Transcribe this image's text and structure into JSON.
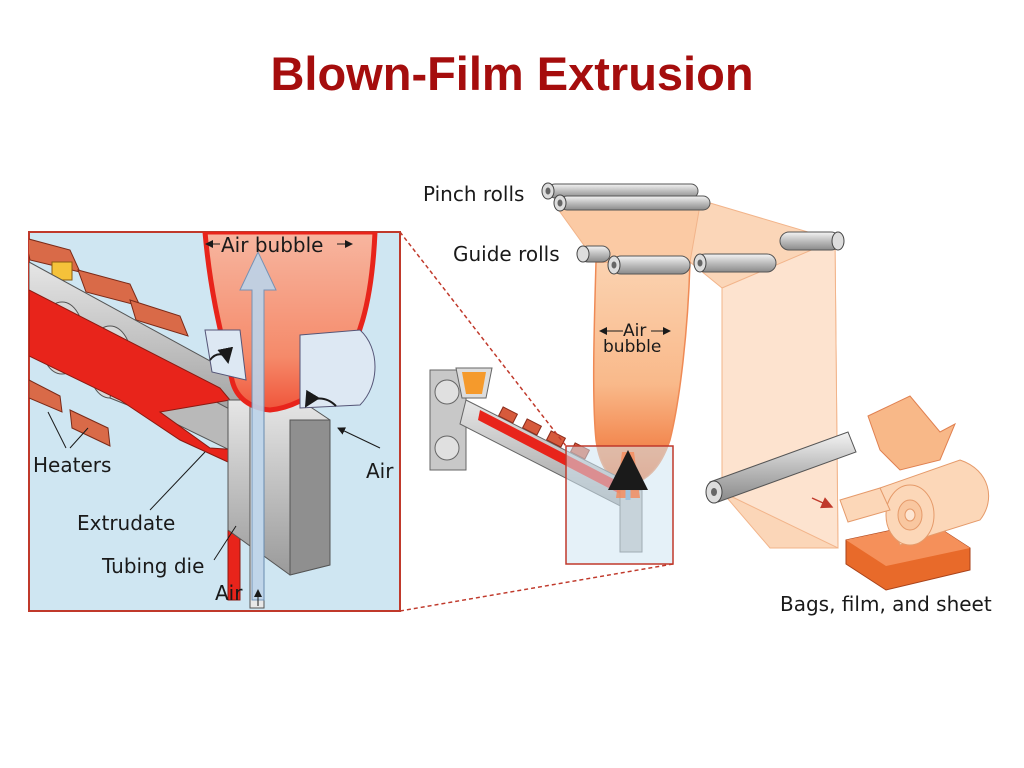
{
  "slide": {
    "title": "Blown-Film Extrusion"
  },
  "colors": {
    "title": "#a50d0d",
    "inset_background": "#cfe6f2",
    "melt": "#e8241b",
    "film": "#fbd2b0",
    "leader": "#c0392b"
  },
  "labels": {
    "pinch_rolls": "Pinch rolls",
    "guide_rolls": "Guide rolls",
    "air_bubble_main_line1": "Air",
    "air_bubble_main_line2": "bubble",
    "output": "Bags, film, and sheet",
    "inset_air_bubble": "Air bubble",
    "inset_air_side": "Air",
    "inset_heaters": "Heaters",
    "inset_extrudate": "Extrudate",
    "inset_tubing_die": "Tubing die",
    "inset_air_bottom": "Air"
  }
}
